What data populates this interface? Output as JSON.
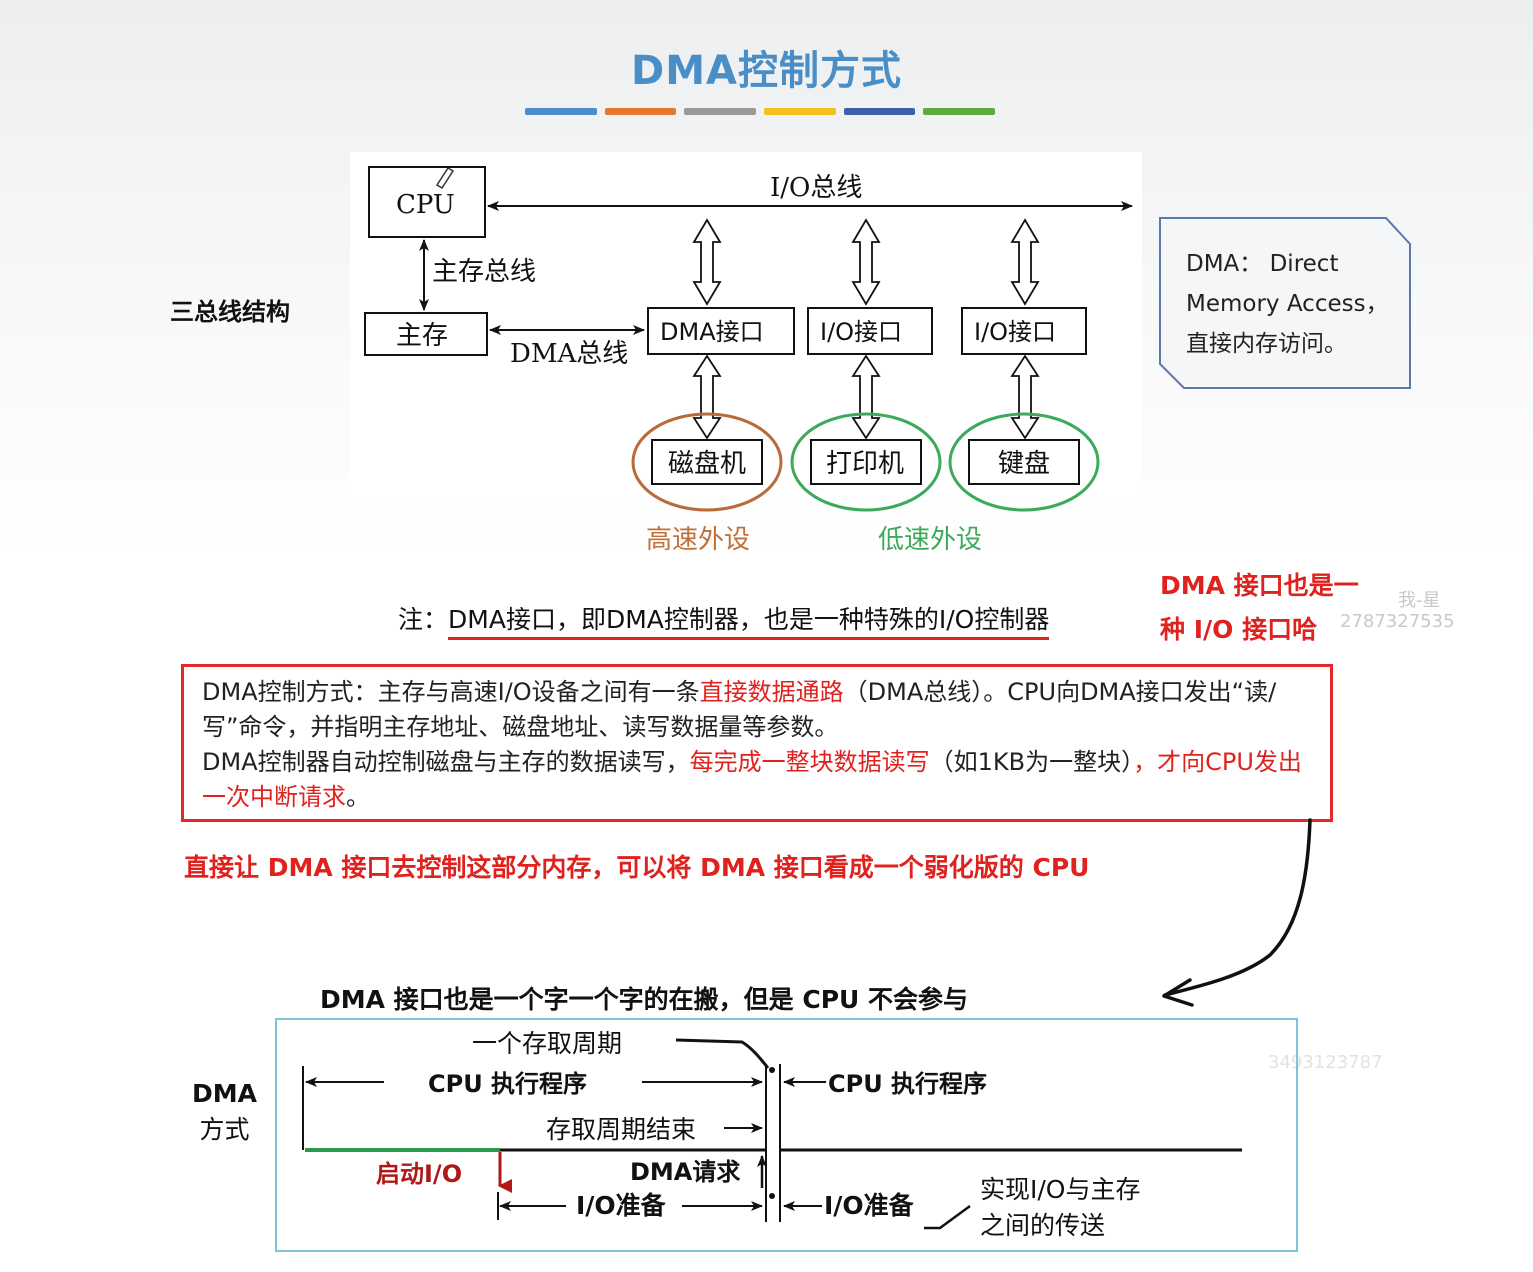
{
  "title": "DMA控制方式",
  "title_bar_colors": [
    "#4a8ec8",
    "#e8772c",
    "#9a9a9a",
    "#f2c020",
    "#3f5faa",
    "#5faa3c"
  ],
  "side_label": "三总线结构",
  "diagram": {
    "io_bus": "I/O总线",
    "cpu": "CPU",
    "main_bus": "主存总线",
    "memory": "主存",
    "dma_bus": "DMA总线",
    "dma_interface": "DMA接口",
    "io_interface_1": "I/O接口",
    "io_interface_2": "I/O接口",
    "disk": "磁盘机",
    "printer": "打印机",
    "keyboard": "键盘",
    "high_speed": "高速外设",
    "low_speed": "低速外设"
  },
  "dma_definition": [
    "DMA：  Direct",
    "Memory Access，",
    "直接内存访问。"
  ],
  "note": {
    "prefix": "注：",
    "text": "DMA接口，即DMA控制器，也是一种特殊的I/O控制器"
  },
  "note_red": [
    "DMA 接口也是一",
    "种 I/O 接口哈"
  ],
  "watermarks": [
    "我-星",
    "2787327535",
    "3493123787"
  ],
  "description": {
    "p1_a": "DMA控制方式：主存与高速I/O设备之间有一条",
    "p1_red": "直接数据通路",
    "p1_b": "（DMA总线）。CPU向DMA接口发出“读/写”命令，并指明主存地址、磁盘地址、读写数据量等参数。",
    "p2_a": "DMA控制器自动控制磁盘与主存的数据读写，",
    "p2_red1": "每完成一整块数据读写",
    "p2_b": "（如1KB为一整块）",
    "p2_red2": "，才向CPU发出一次中断请求",
    "p2_c": "。"
  },
  "comment": "直接让 DMA 接口去控制这部分内存，可以将 DMA 接口看成一个弱化版的 CPU",
  "timing": {
    "title": "DMA 接口也是一个字一个字的在搬，但是 CPU 不会参与",
    "mode_line1": "DMA",
    "mode_line2": "方式",
    "access_cycle": "一个存取周期",
    "cpu_exec_1": "CPU  执行程序",
    "cpu_exec_2": "CPU  执行程序",
    "access_end": "存取周期结束",
    "start_io": "启动I/O",
    "dma_request": "DMA请求",
    "io_prep_1": "I/O准备",
    "io_prep_2": "I/O准备",
    "transfer_line1": "实现I/O与主存",
    "transfer_line2": "之间的传送"
  }
}
